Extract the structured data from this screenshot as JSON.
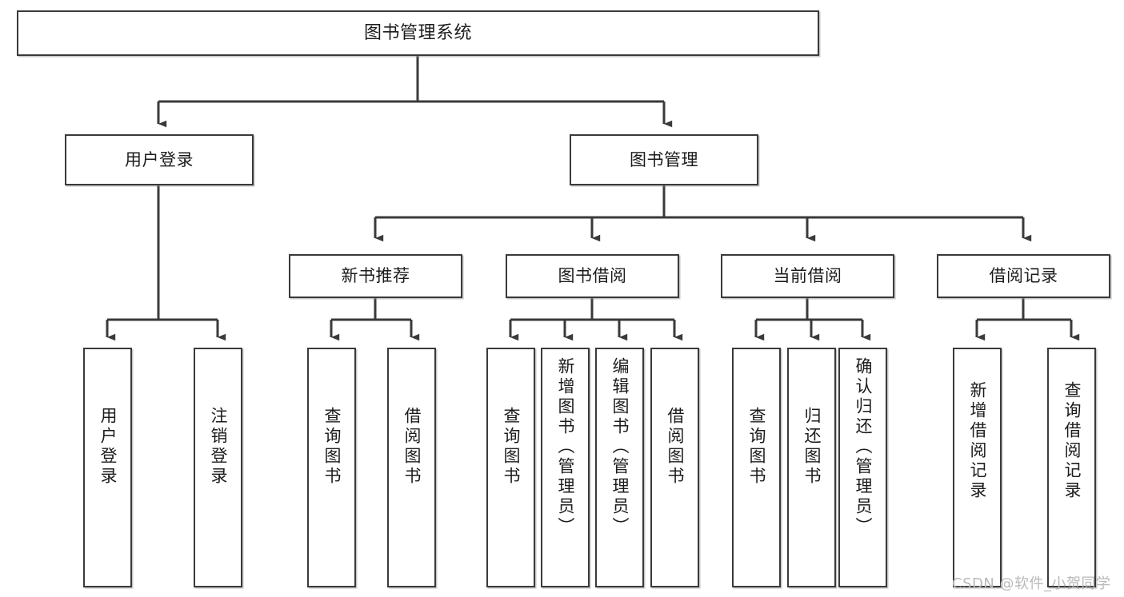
{
  "diagram": {
    "title": "图书管理系统",
    "type": "tree-hierarchy-chart",
    "edge_color": "#3a3a3a",
    "node_border_color": "#3a3a3a",
    "node_fill_color": "#ffffff",
    "text_color": "#1c1c1c"
  },
  "nodes": {
    "root": {
      "label": "图书管理系统"
    },
    "level2": [
      {
        "label": "用户登录"
      },
      {
        "label": "图书管理"
      }
    ],
    "level3": [
      {
        "label": "新书推荐"
      },
      {
        "label": "图书借阅"
      },
      {
        "label": "当前借阅"
      },
      {
        "label": "借阅记录"
      }
    ],
    "leaves": {
      "user_login": [
        {
          "label": "用户登录"
        },
        {
          "label": "注销登录"
        }
      ],
      "new_book_recommend": [
        {
          "label": "查询图书"
        },
        {
          "label": "借阅图书"
        }
      ],
      "book_borrow": [
        {
          "label": "查询图书"
        },
        {
          "label": "新增图书（管理员）"
        },
        {
          "label": "编辑图书（管理员）"
        },
        {
          "label": "借阅图书"
        }
      ],
      "current_borrow": [
        {
          "label": "查询图书"
        },
        {
          "label": "归还图书"
        },
        {
          "label": "确认归还（管理员）"
        }
      ],
      "borrow_record": [
        {
          "label": "新增借阅记录"
        },
        {
          "label": "查询借阅记录"
        }
      ]
    }
  },
  "watermark": {
    "text": "CSDN @软件_小贺同学"
  }
}
